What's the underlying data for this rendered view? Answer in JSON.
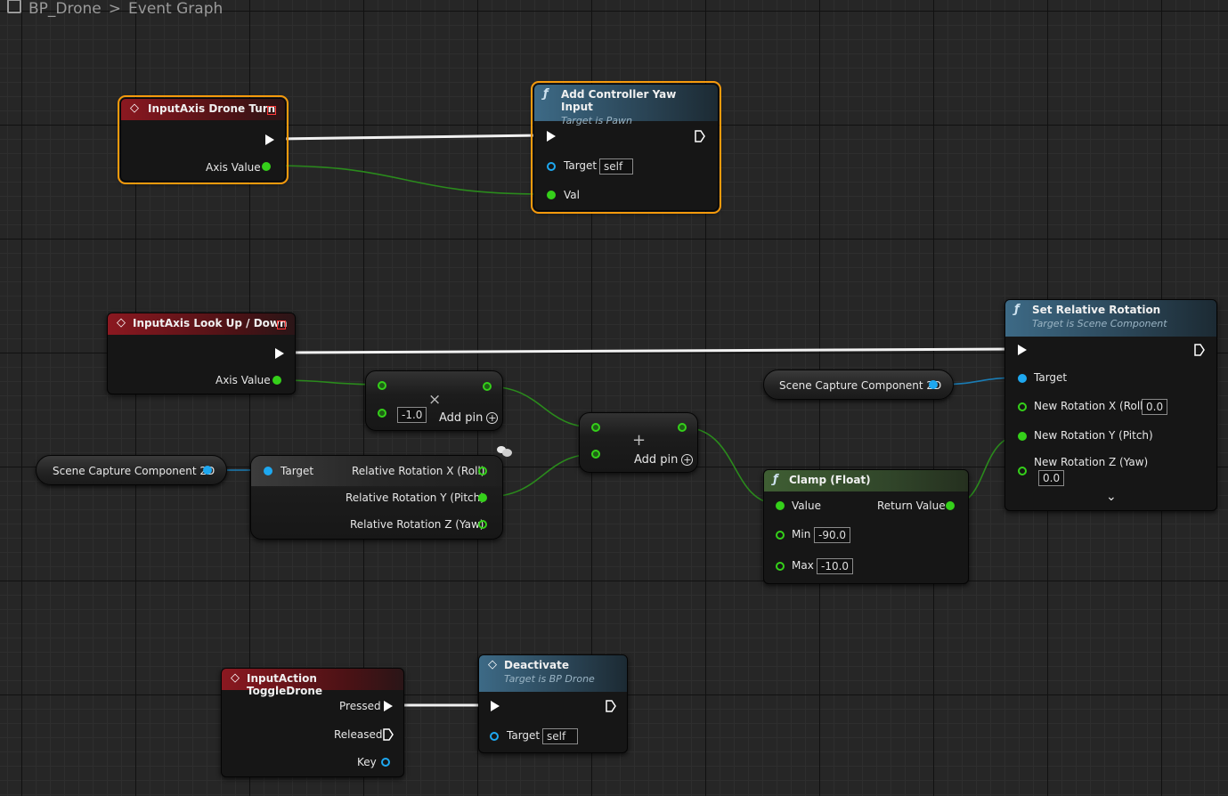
{
  "breadcrumb": {
    "blueprint": "BP_Drone",
    "separator": ">",
    "graph": "Event Graph"
  },
  "nodes": {
    "drone_turn": {
      "title": "InputAxis Drone Turn",
      "axis_value": "Axis Value"
    },
    "yaw_input": {
      "title": "Add Controller Yaw Input",
      "subtitle": "Target is Pawn",
      "target_label": "Target",
      "target_value": "self",
      "val_label": "Val"
    },
    "look_updown": {
      "title": "InputAxis Look Up / Down",
      "axis_value": "Axis Value"
    },
    "multiply": {
      "symbol": "×",
      "value": "-1.0",
      "add_pin": "Add pin"
    },
    "add": {
      "symbol": "+",
      "add_pin": "Add pin"
    },
    "scene_capture_left": {
      "label": "Scene Capture Component 2D"
    },
    "scene_capture_right": {
      "label": "Scene Capture Component 2D"
    },
    "break_rotation": {
      "target_label": "Target",
      "roll": "Relative Rotation X (Roll)",
      "pitch": "Relative Rotation Y (Pitch)",
      "yaw": "Relative Rotation Z (Yaw)"
    },
    "clamp": {
      "title": "Clamp (Float)",
      "value_label": "Value",
      "return_label": "Return Value",
      "min_label": "Min",
      "min_value": "-90.0",
      "max_label": "Max",
      "max_value": "-10.0"
    },
    "set_rotation": {
      "title": "Set Relative Rotation",
      "subtitle": "Target is Scene Component",
      "target_label": "Target",
      "roll_label": "New Rotation X (Roll)",
      "roll_value": "0.0",
      "pitch_label": "New Rotation Y (Pitch)",
      "yaw_label": "New Rotation Z (Yaw)",
      "yaw_value": "0.0",
      "expand": "⌄"
    },
    "toggle_drone": {
      "title": "InputAction ToggleDrone",
      "pressed": "Pressed",
      "released": "Released",
      "key": "Key"
    },
    "deactivate": {
      "title": "Deactivate",
      "subtitle": "Target is BP Drone",
      "target_label": "Target",
      "target_value": "self"
    }
  },
  "colors": {
    "exec": "#ffffff",
    "float": "#35d01a",
    "object": "#1ea8f0",
    "event_header": "#8b1820",
    "function_header": "#3d6a86",
    "pure_header": "#3f5e33",
    "selection": "#f59a0c"
  }
}
